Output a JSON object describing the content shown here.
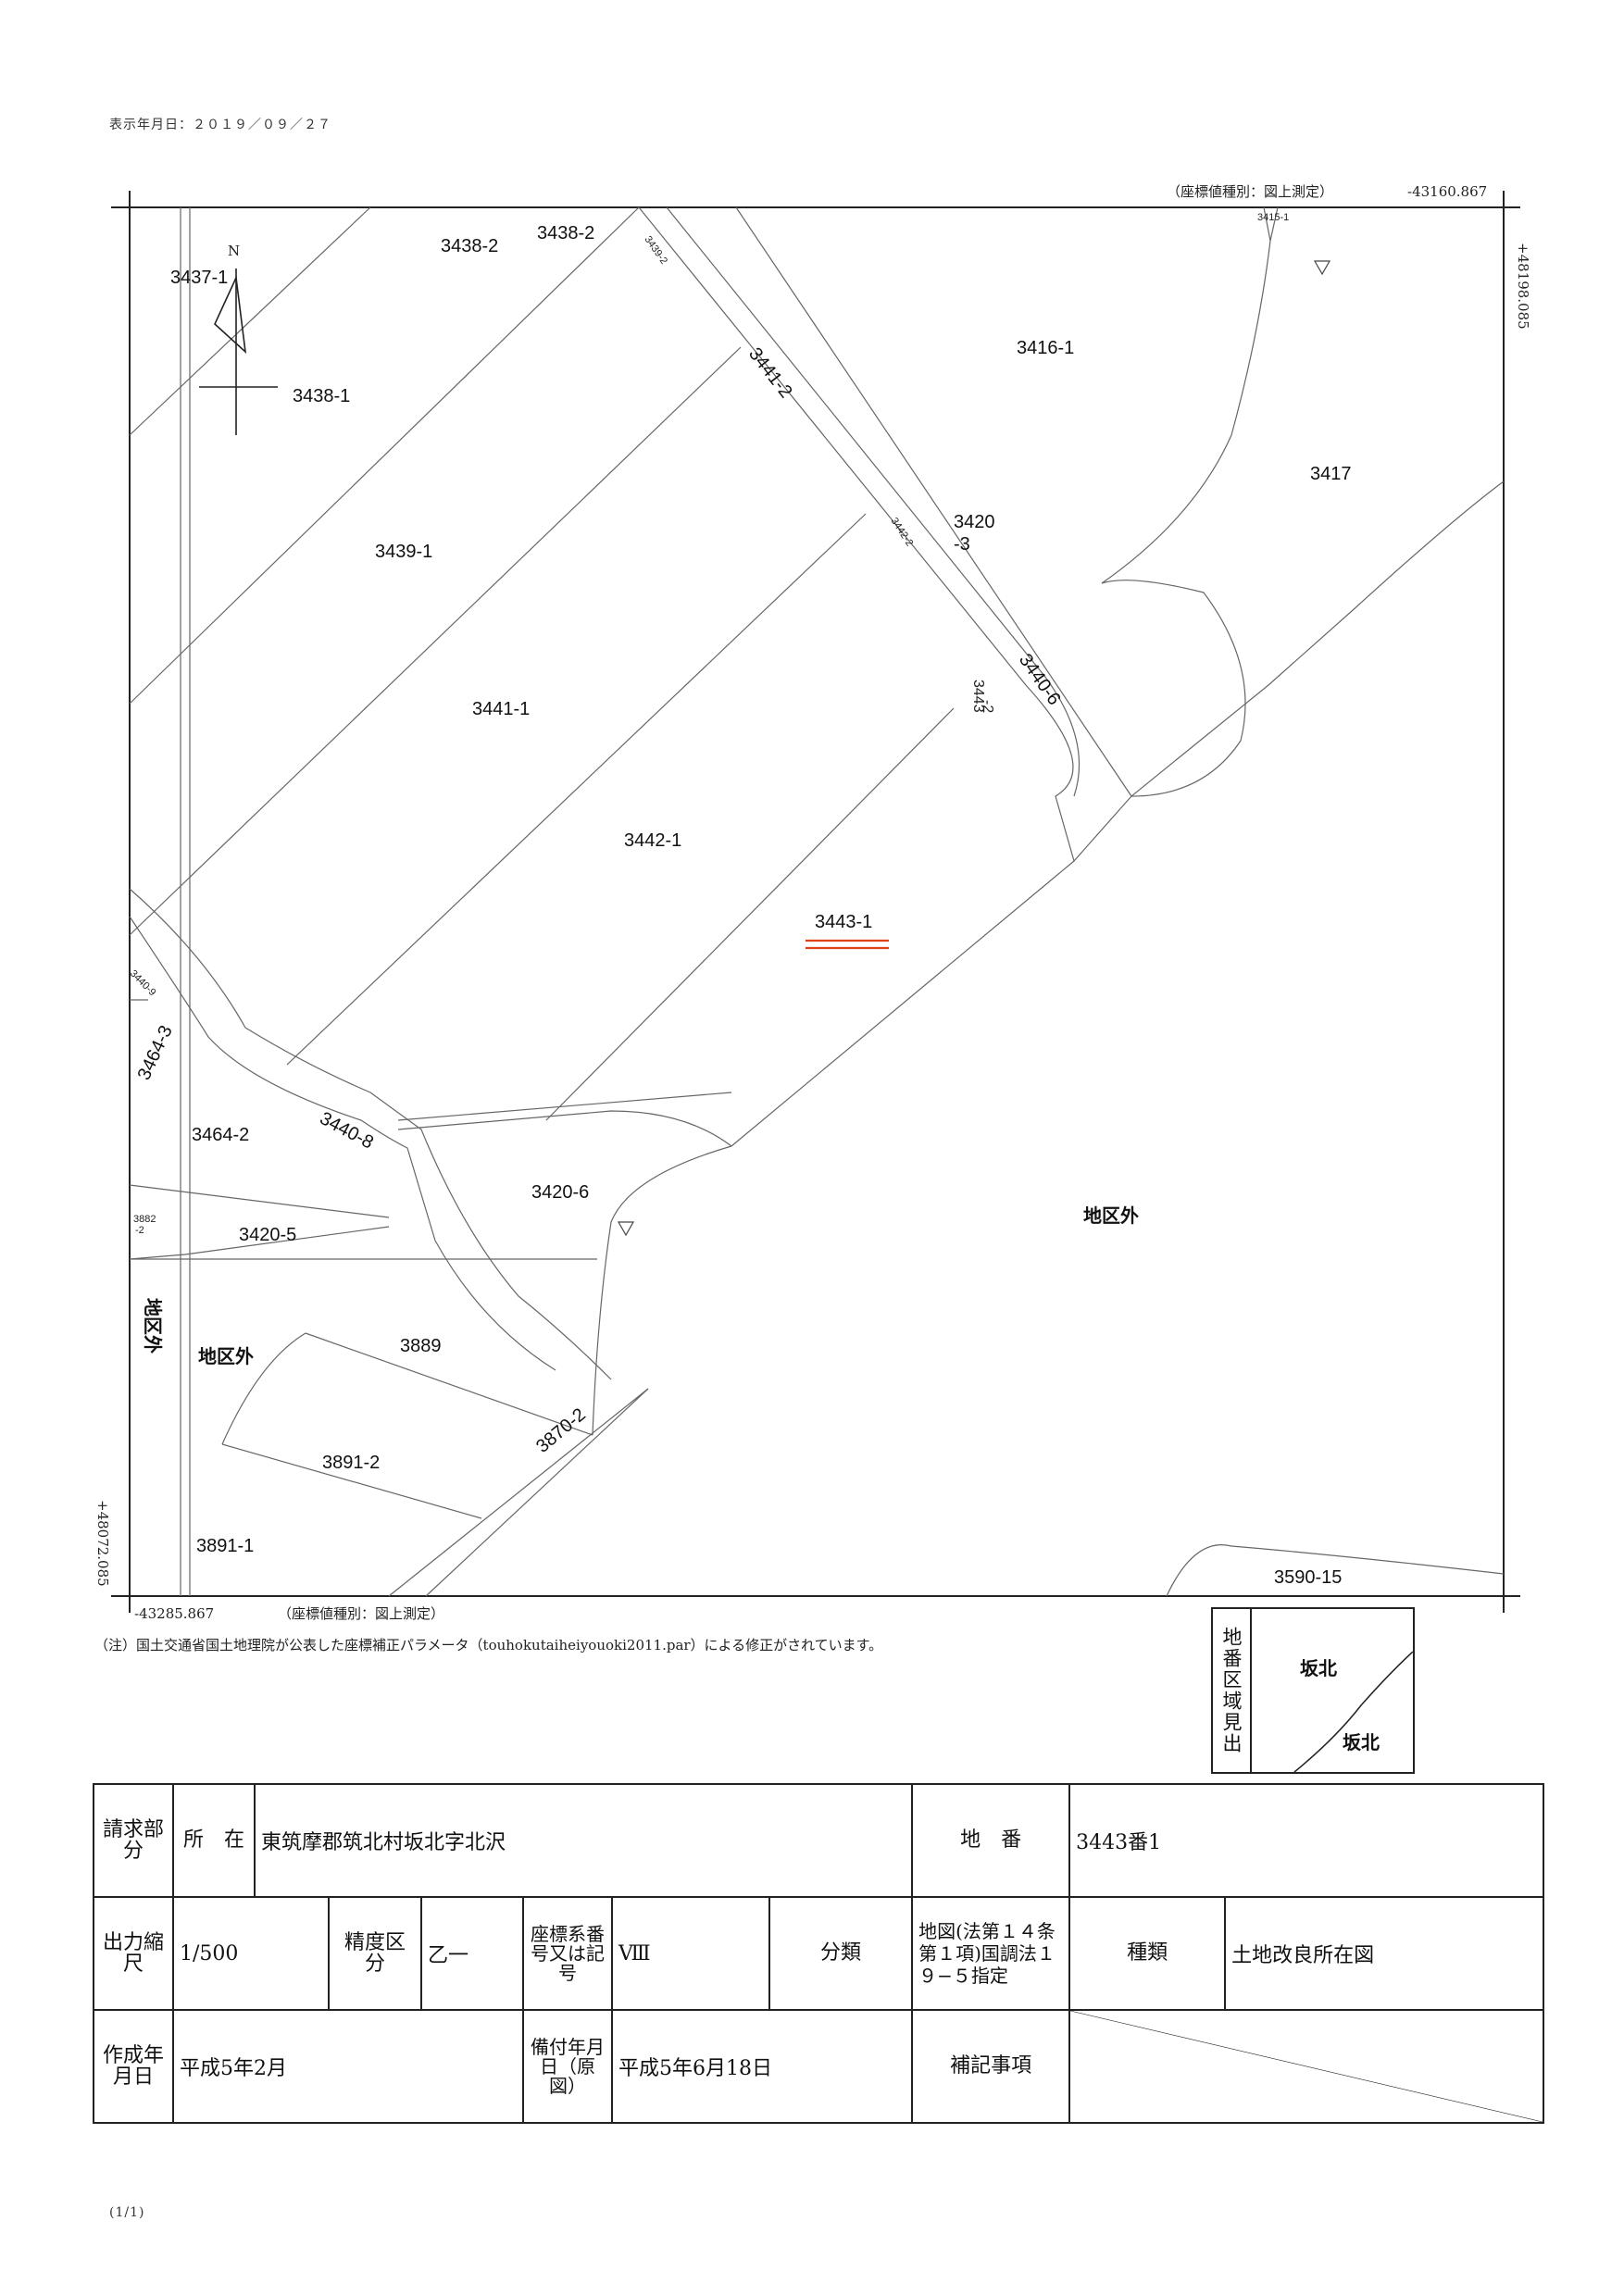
{
  "header": {
    "display_date": "表示年月日：２０１９／０９／２７"
  },
  "map": {
    "coord_type_top": "（座標値種別：図上測定）",
    "coord_type_bottom": "（座標値種別：図上測定）",
    "coord_top_right_x": "-43160.867",
    "coord_right_y": "+48198.085",
    "coord_bottom_left_x": "-43285.867",
    "coord_left_y": "+48072.085",
    "north_label": "N",
    "target_parcel": "3443-1",
    "parcels": [
      "3437-1",
      "3438-2",
      "3438-2",
      "3439-2",
      "3415-1",
      "3438-1",
      "3416-1",
      "3441-2",
      "3417",
      "3439-1",
      "3442-2",
      "3420",
      "-3",
      "3441-1",
      "3440-6",
      "3443",
      "-2",
      "3442-1",
      "3440-9",
      "3464-3",
      "3464-2",
      "3440-8",
      "3420-6",
      "3882",
      "-2",
      "3420-5",
      "3889",
      "3870-2",
      "3891-2",
      "3891-1",
      "3590-15"
    ],
    "outside_labels": [
      "地区外",
      "地区外",
      "地区外"
    ],
    "color_target_underline": "#e0401a"
  },
  "note": "（注）国土交通省国土地理院が公表した座標補正パラメータ（touhokutaiheiyouoki2011.par）による修正がされています。",
  "index_box": {
    "title": "地番区域見出",
    "area_1": "坂北",
    "area_2": "坂北"
  },
  "info_table": {
    "requester_label": "請求部分",
    "location_label": "所　在",
    "location_value": "東筑摩郡筑北村坂北字北沢",
    "lot_label": "地　番",
    "lot_value": "3443番1",
    "scale_label": "出力縮尺",
    "scale_value": "1/500",
    "precision_label": "精度区分",
    "precision_value": "乙一",
    "coord_system_label": "座標系番号又は記号",
    "coord_system_value": "Ⅷ",
    "class_label": "分類",
    "class_value": "地図(法第１４条第１項)国調法１９−５指定",
    "type_label": "種類",
    "type_value": "土地改良所在図",
    "created_label": "作成年月日",
    "created_value": "平成5年2月",
    "prepared_label": "備付年月日（原図）",
    "prepared_value": "平成5年6月18日",
    "remarks_label": "補記事項",
    "remarks_value": ""
  },
  "footer": {
    "page": "(1/1)"
  }
}
